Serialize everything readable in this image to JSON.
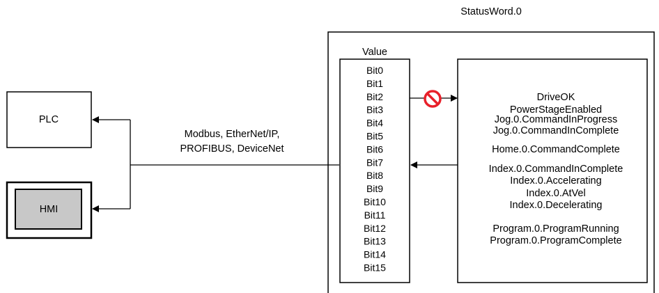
{
  "title": "StatusWord.0",
  "plc_label": "PLC",
  "hmi_label": "HMI",
  "network_label_line1": "Modbus, EtherNet/IP,",
  "network_label_line2": "PROFIBUS, DeviceNet",
  "value_header": "Value",
  "bits": [
    "Bit0",
    "Bit1",
    "Bit2",
    "Bit3",
    "Bit4",
    "Bit5",
    "Bit6",
    "Bit7",
    "Bit8",
    "Bit9",
    "Bit10",
    "Bit11",
    "Bit12",
    "Bit13",
    "Bit14",
    "Bit15"
  ],
  "status_items": [
    "DriveOK",
    "PowerStageEnabled",
    "Jog.0.CommandInProgress",
    "Jog.0.CommandInComplete",
    "Home.0.CommandComplete",
    "Index.0.CommandInComplete",
    "Index.0.Accelerating",
    "Index.0.AtVel",
    "Index.0.Decelerating",
    "Program.0.ProgramRunning",
    "Program.0.ProgramComplete"
  ],
  "colors": {
    "no_symbol": "#e8202a",
    "hmi_fill": "#c8c8c8"
  },
  "icons": {
    "blocked": "no-entry-icon"
  }
}
